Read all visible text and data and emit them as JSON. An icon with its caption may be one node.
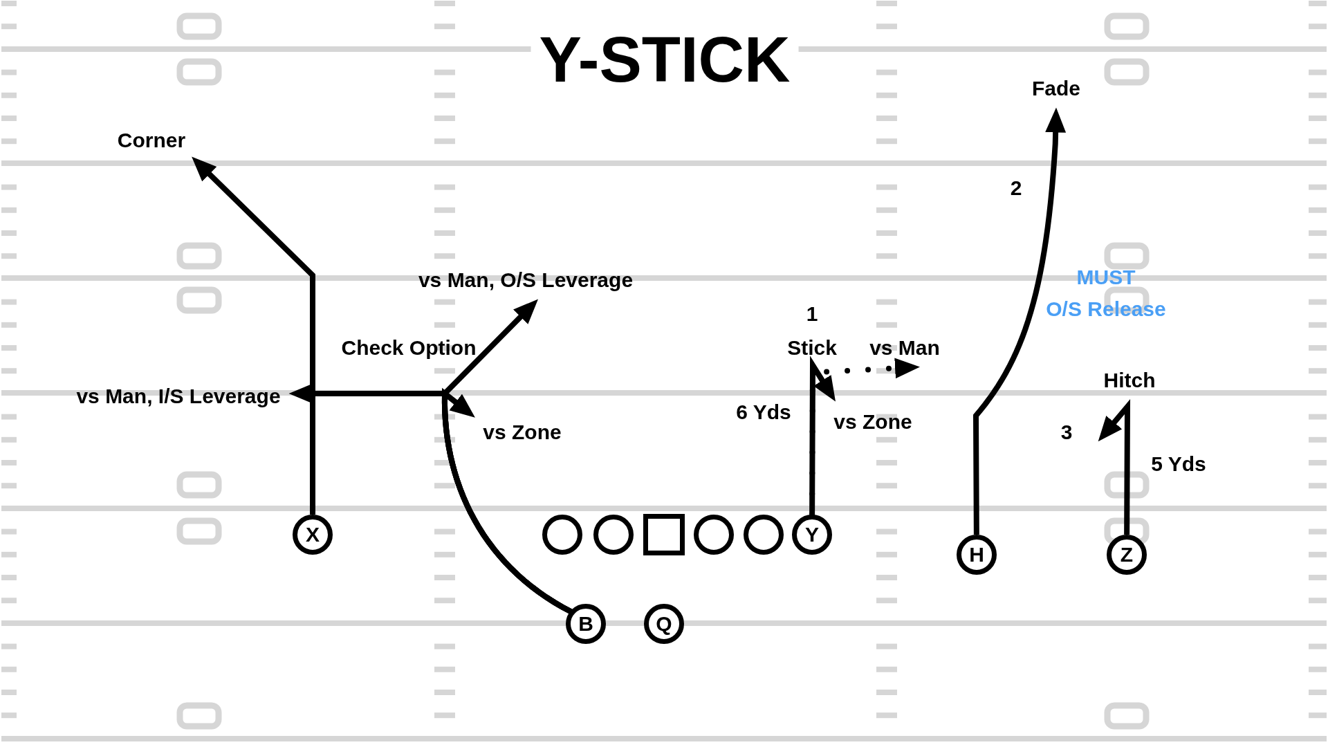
{
  "diagram": {
    "title": "Y-STICK",
    "nodes": [
      {
        "text": [
          "X"
        ]
      },
      {
        "text": [],
        "shape": "circle"
      },
      {
        "text": [],
        "shape": "circle"
      },
      {
        "text": [],
        "shape": "box"
      },
      {
        "text": [],
        "shape": "circle"
      },
      {
        "text": [],
        "shape": "circle"
      },
      {
        "text": [
          "Y"
        ]
      },
      {
        "text": [
          "H"
        ]
      },
      {
        "text": [
          "Z"
        ]
      },
      {
        "text": [
          "B"
        ]
      },
      {
        "text": [
          "Q"
        ]
      },
      {
        "text": [
          "Fade"
        ]
      },
      {
        "text": [
          "Corner"
        ]
      },
      {
        "text": [
          "vs Man, O/S Leverage"
        ]
      },
      {
        "text": [
          "vs Man"
        ]
      },
      {
        "text": [
          "vs Man, I/S Leverage"
        ]
      },
      {
        "text": [
          "vs Zone"
        ]
      },
      {
        "text": [
          "vs Zone"
        ]
      }
    ],
    "edges": [
      {
        "from": 0,
        "to": 12,
        "arrow": "to"
      },
      {
        "from": 9,
        "to": 15,
        "arrow": "to"
      },
      {
        "from": 9,
        "to": 13,
        "arrow": "to"
      },
      {
        "from": 9,
        "to": 17,
        "arrow": "to"
      },
      {
        "from": 6,
        "to": 16,
        "arrow": "to"
      },
      {
        "from": 6,
        "to": 14,
        "arrow": "to",
        "style": "dashed"
      },
      {
        "from": 7,
        "to": 11,
        "arrow": "to"
      },
      {
        "from": 8,
        "to": null,
        "arrow": "to"
      }
    ],
    "labels": [
      "2",
      "MUST",
      "1",
      "O/S Release",
      "Check Option",
      "Stick",
      "Hitch",
      "6 Yds",
      "3",
      "5 Yds"
    ]
  }
}
